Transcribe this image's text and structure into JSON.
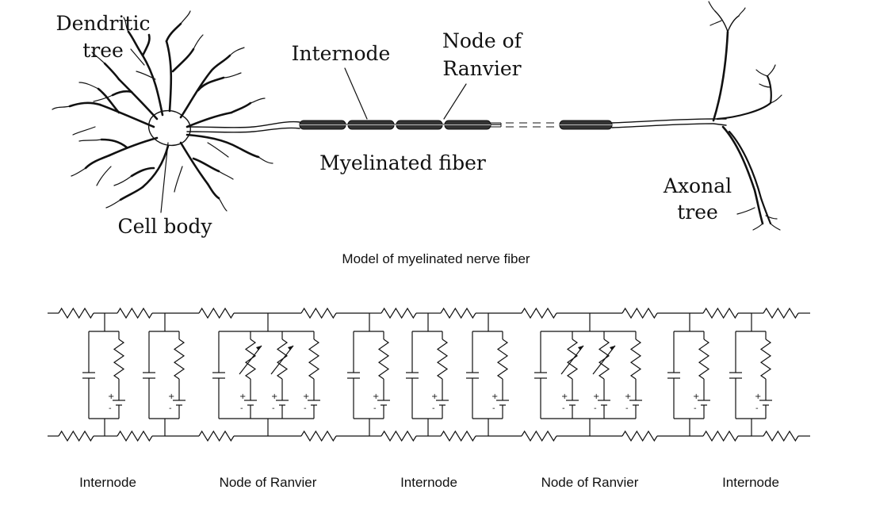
{
  "neuron": {
    "labels": {
      "dendritic_tree_1": "Dendritic",
      "dendritic_tree_2": "tree",
      "internode": "Internode",
      "node_of_ranvier_1": "Node of",
      "node_of_ranvier_2": "Ranvier",
      "myelinated_fiber": "Myelinated fiber",
      "cell_body": "Cell body",
      "axonal_tree_1": "Axonal",
      "axonal_tree_2": "tree"
    }
  },
  "model": {
    "title": "Model of myelinated nerve fiber",
    "segments": [
      {
        "label": "Internode",
        "type": "internode"
      },
      {
        "label": "Node of Ranvier",
        "type": "node"
      },
      {
        "label": "Internode",
        "type": "internode"
      },
      {
        "label": "Node of Ranvier",
        "type": "node"
      },
      {
        "label": "Internode",
        "type": "internode"
      }
    ],
    "plus": "+",
    "minus": "-"
  }
}
